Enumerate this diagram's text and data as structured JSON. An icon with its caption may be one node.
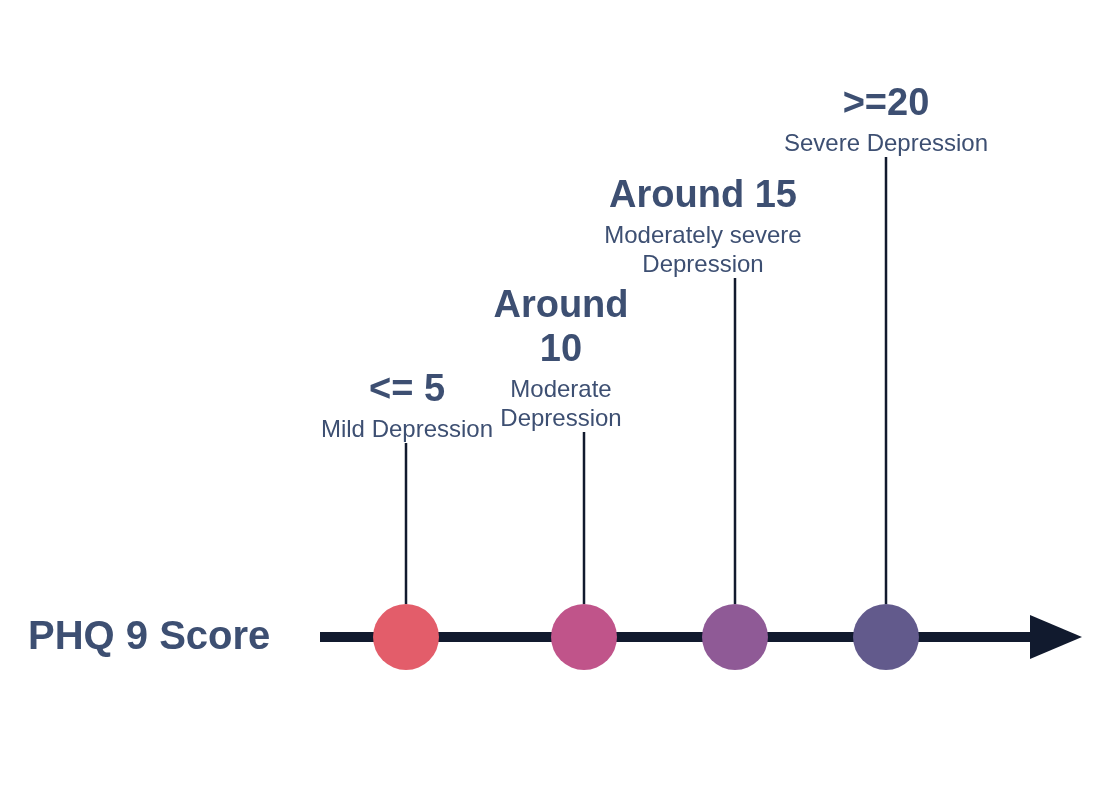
{
  "diagram": {
    "nodes": [
      {
        "text": [
          "<= 5",
          "Mild Depression"
        ]
      },
      {
        "text": [
          "Around 10",
          "Moderate Depression"
        ]
      },
      {
        "text": [
          "Around 15",
          "Moderately severe Depression"
        ]
      },
      {
        "text": [
          ">=20",
          "Severe Depression"
        ]
      },
      {
        "text": [],
        "shape": "circle"
      },
      {
        "text": [],
        "shape": "circle"
      },
      {
        "text": [],
        "shape": "circle"
      },
      {
        "text": [],
        "shape": "circle"
      }
    ],
    "edges": [
      {
        "from": 0,
        "to": 4,
        "arrow": "none"
      },
      {
        "from": 1,
        "to": 5,
        "arrow": "none"
      },
      {
        "from": 2,
        "to": 6,
        "arrow": "none"
      },
      {
        "from": 3,
        "to": 7,
        "arrow": "none"
      }
    ],
    "labels": [
      "PHQ 9 Score"
    ]
  }
}
